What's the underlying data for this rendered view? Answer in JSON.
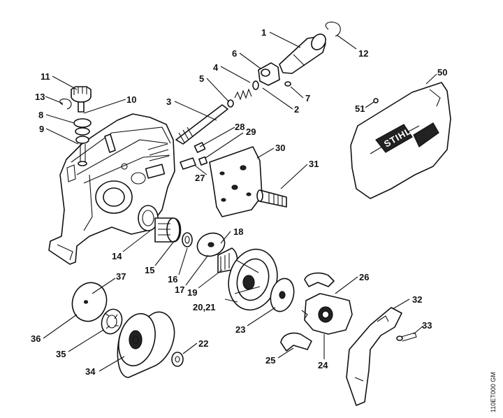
{
  "diagram": {
    "drawing_code": "110ET000 GM",
    "brand_mark": "STIHL",
    "labels": {
      "1": "1",
      "2": "2",
      "3": "3",
      "4": "4",
      "5": "5",
      "6": "6",
      "7": "7",
      "8": "8",
      "9": "9",
      "10": "10",
      "11": "11",
      "12": "12",
      "13": "13",
      "14": "14",
      "15": "15",
      "16": "16",
      "17": "17",
      "19": "19",
      "18": "18",
      "20_21": "20,21",
      "22": "22",
      "23": "23",
      "24": "24",
      "25": "25",
      "26": "26",
      "27": "27",
      "28": "28",
      "29": "29",
      "30": "30",
      "31": "31",
      "32": "32",
      "33": "33",
      "34": "34",
      "35": "35",
      "36": "36",
      "37": "37",
      "50": "50",
      "51": "51"
    }
  }
}
